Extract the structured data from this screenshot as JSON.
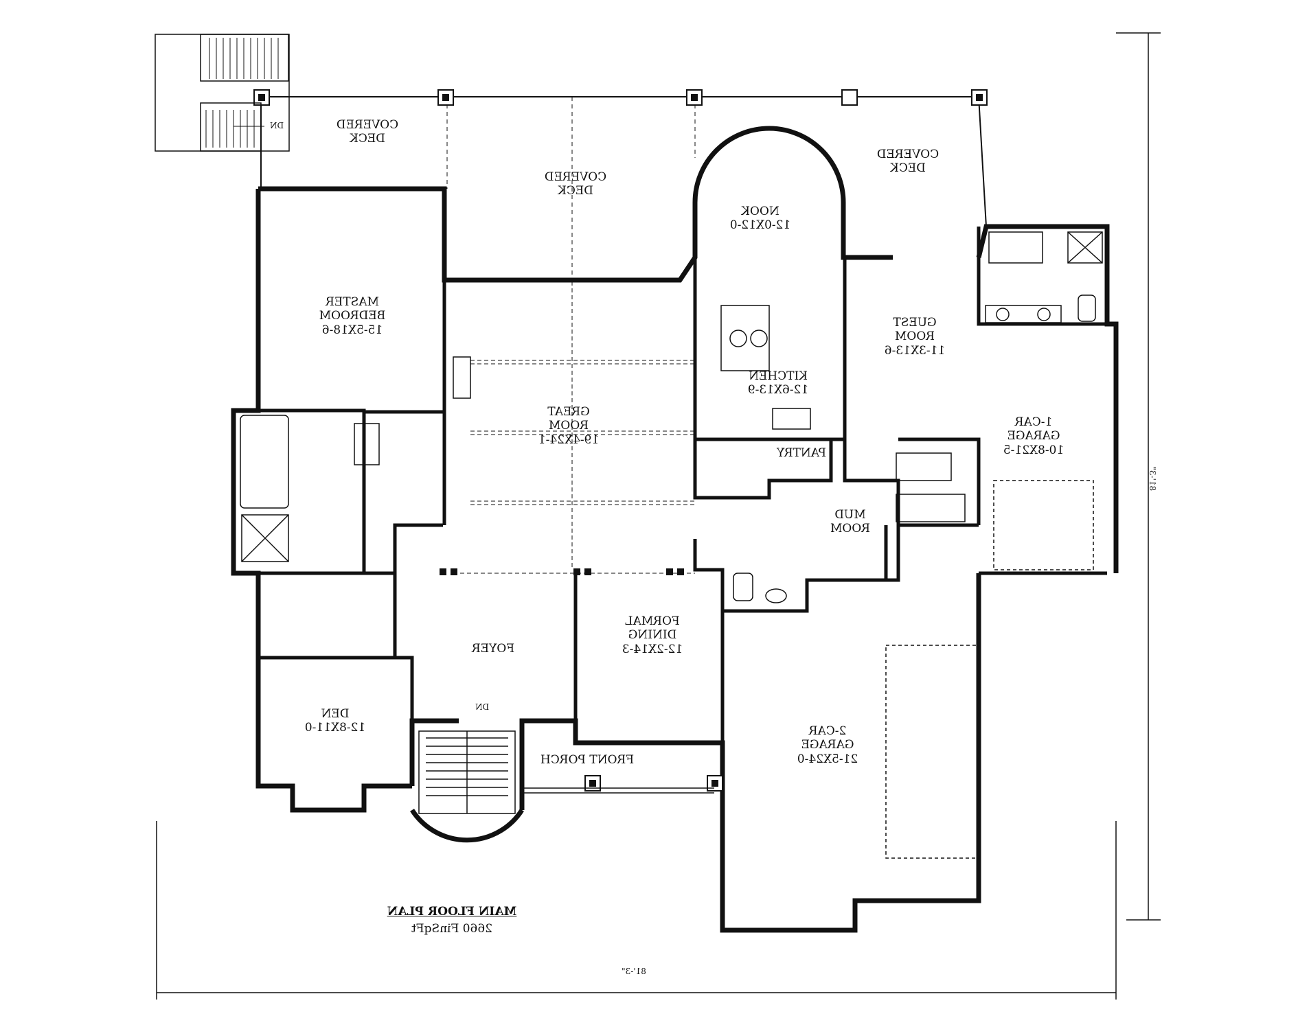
{
  "plan": {
    "title": "MAIN FLOOR PLAN",
    "subtitle": "2660 FinSqFt",
    "overall_width": "81'-3\"",
    "overall_depth": "81'-3\""
  },
  "rooms": {
    "covered_deck_left": [
      "COVERED",
      "DECK"
    ],
    "covered_deck_center": [
      "COVERED",
      "DECK"
    ],
    "covered_deck_right": [
      "COVERED",
      "DECK"
    ],
    "nook": [
      "NOOK",
      "12-0X12-0"
    ],
    "master_bedroom": [
      "MASTER",
      "BEDROOM",
      "15-5X18-6"
    ],
    "guest_room": [
      "GUEST",
      "ROOM",
      "11-3X13-6"
    ],
    "kitchen": [
      "KITCHEN",
      "12-6X13-9"
    ],
    "great_room": [
      "GREAT",
      "ROOM",
      "19-4X24-1"
    ],
    "pantry": [
      "PANTRY"
    ],
    "garage_1car": [
      "1-CAR",
      "GARAGE",
      "10-8X21-5"
    ],
    "mud_room": [
      "MUD",
      "ROOM"
    ],
    "formal_dining": [
      "FORMAL",
      "DINING",
      "12-2X14-3"
    ],
    "foyer": [
      "FOYER"
    ],
    "den": [
      "DEN",
      "12-8X11-0"
    ],
    "front_porch": [
      "FRONT PORCH"
    ],
    "garage_2car": [
      "2-CAR",
      "GARAGE",
      "21-5X24-0"
    ]
  },
  "stairs": {
    "deck_stair": "DN",
    "foyer_stair": "DN"
  }
}
